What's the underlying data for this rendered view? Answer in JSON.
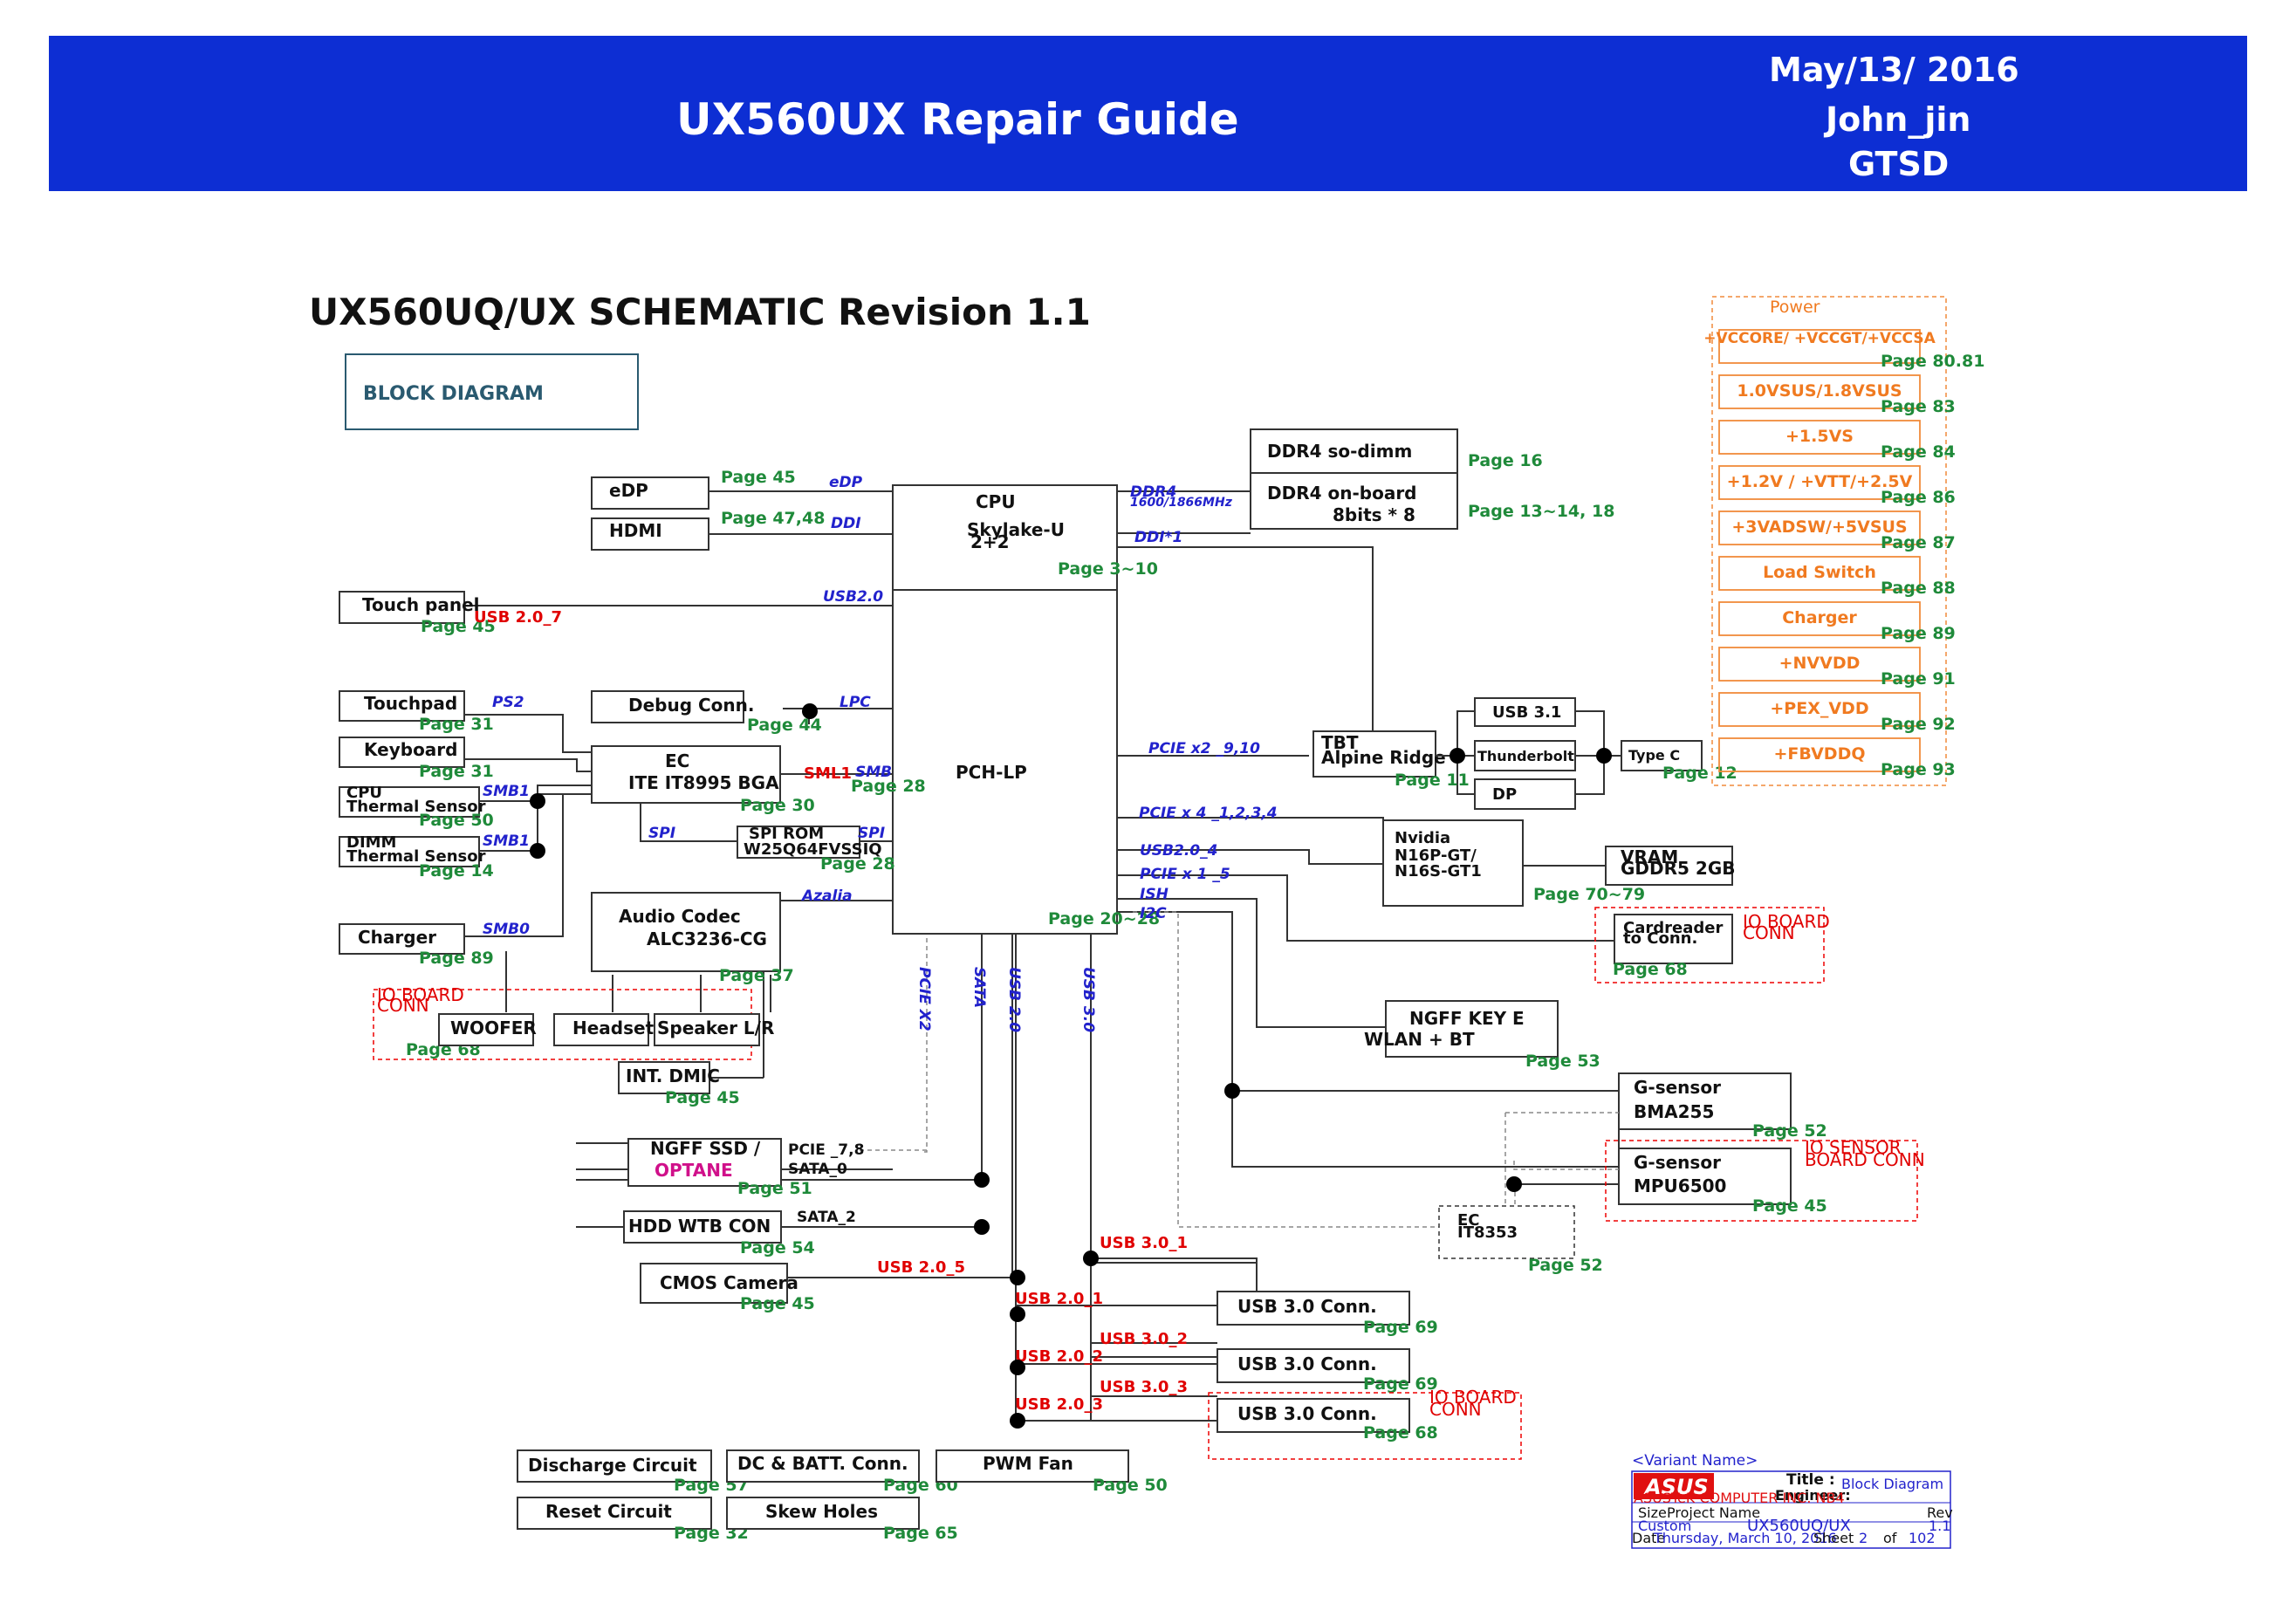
{
  "header": {
    "title": "UX560UX Repair Guide",
    "date": "May/13/ 2016",
    "author": "John_jin",
    "dept": "GTSD"
  },
  "diagram": {
    "title": "UX560UQ/UX SCHEMATIC Revision 1.1",
    "subtitle": "BLOCK DIAGRAM",
    "blocks": {
      "cpu": [
        "CPU",
        "Skylake-U",
        "2+2"
      ],
      "pch": "PCH-LP",
      "edp": "eDP",
      "hdmi": "HDMI",
      "touch_panel": "Touch panel",
      "touchpad": "Touchpad",
      "keyboard": "Keyboard",
      "cpu_thermal": [
        "CPU",
        "Thermal Sensor"
      ],
      "dimm_thermal": [
        "DIMM",
        "Thermal Sensor"
      ],
      "charger": "Charger",
      "debug_conn": "Debug Conn.",
      "ec": [
        "EC",
        "ITE IT8995 BGA"
      ],
      "spi_rom": [
        "SPI ROM",
        "W25Q64FVSSIQ"
      ],
      "audio_codec": [
        "Audio Codec",
        "ALC3236-CG"
      ],
      "woofer": "WOOFER",
      "headset": "Headset",
      "speaker": "Speaker L/R",
      "int_dmic": "INT. DMIC",
      "ngff_ssd": [
        "NGFF SSD /",
        "OPTANE"
      ],
      "hdd_wtb": "HDD WTB CON",
      "cmos_camera": "CMOS Camera",
      "ddr4_sodimm": "DDR4 so-dimm",
      "ddr4_onboard": [
        "DDR4 on-board",
        "8bits * 8"
      ],
      "tbt": [
        "TBT",
        "Alpine Ridge"
      ],
      "usb31": "USB 3.1",
      "thunderbolt": "Thunderbolt",
      "dp": "DP",
      "typec": "Type C",
      "nvidia": [
        "Nvidia",
        "N16P-GT/",
        "N16S-GT1"
      ],
      "vram": [
        "VRAM",
        "GDDR5 2GB"
      ],
      "cardreader": [
        "Cardreader",
        "to Conn."
      ],
      "ngff_keye": [
        "NGFF KEY E",
        "WLAN + BT"
      ],
      "gsensor1": [
        "G-sensor",
        "BMA255"
      ],
      "gsensor2": [
        "G-sensor",
        "MPU6500"
      ],
      "ec2": [
        "EC",
        "IT8353"
      ],
      "usb30": "USB 3.0 Conn.",
      "discharge": "Discharge Circuit",
      "dc_batt": "DC & BATT. Conn.",
      "pwm_fan": "PWM Fan",
      "reset": "Reset Circuit",
      "skew": "Skew Holes"
    },
    "pages": {
      "edp": "Page 45",
      "hdmi": "Page 47,48",
      "cpu": "Page 3~10",
      "touch_panel": "Page 45",
      "touchpad": "Page 31",
      "keyboard": "Page 31",
      "cpu_thermal": "Page 50",
      "dimm_thermal": "Page 14",
      "charger": "Page 89",
      "debug": "Page 44",
      "ec": "Page 30",
      "ec_smb": "Page 28",
      "spi_rom": "Page 28",
      "audio": "Page 37",
      "io_left": "Page 68",
      "dmic": "Page 45",
      "ngff_ssd": "Page 51",
      "hdd": "Page 54",
      "camera": "Page 45",
      "pch": "Page 20~28",
      "ddr_sodimm": "Page 16",
      "ddr_onboard": "Page 13~14, 18",
      "tbt": "Page 11",
      "typec": "Page 12",
      "nvidia": "Page 70~79",
      "cardreader": "Page 68",
      "ngff_keye": "Page 53",
      "gsensor1": "Page 52",
      "gsensor2": "Page 45",
      "ec2": "Page 52",
      "usb1": "Page 69",
      "usb2": "Page 69",
      "usb3": "Page 68",
      "discharge": "Page 57",
      "dc_batt": "Page 60",
      "pwm_fan": "Page 50",
      "reset": "Page 32",
      "skew": "Page 65"
    },
    "signals": {
      "edp": "eDP",
      "ddi": "DDI",
      "usb20": "USB2.0",
      "ps2": "PS2",
      "lpc": "LPC",
      "sml1": "SML1",
      "smb": "SMB",
      "smb1a": "SMB1",
      "smb1b": "SMB1",
      "smb0": "SMB0",
      "spi_a": "SPI",
      "spi_b": "SPI",
      "azalia": "Azalia",
      "ddr4": [
        "DDR4",
        "1600/1866MHz"
      ],
      "ddi1": "DDI*1",
      "pcie_tbt": "PCIE x2 _9,10",
      "pcie_gpu": "PCIE x 4 _1,2,3,4",
      "usb20_4": "USB2.0_4",
      "pcie_1": "PCIE x 1 _5",
      "ish": "ISH",
      "i2c": "I2C",
      "v_pcie": "PCIE X2",
      "v_sata": "SATA",
      "v_usb20": "USB 2.0",
      "v_usb30": "USB 3.0",
      "usb207": "USB 2.0_7",
      "pcie78": "PCIE _7,8",
      "sata0": "SATA_0",
      "sata2": "SATA_2",
      "usb205": "USB 2.0_5",
      "usb301": "USB 3.0_1",
      "usb201": "USB 2.0_1",
      "usb302": "USB 3.0_2",
      "usb202": "USB 2.0_2",
      "usb303": "USB 3.0_3",
      "usb203": "USB 2.0_3"
    },
    "io_labels": {
      "io_left": [
        "IO BOARD",
        "CONN"
      ],
      "io_card": [
        "IO BOARD",
        "CONN"
      ],
      "io_sensor": [
        "IO SENSOR",
        "BOARD CONN"
      ],
      "io_usb": [
        "IO BOARD",
        "CONN"
      ]
    },
    "power": {
      "title": "Power",
      "rails": [
        {
          "label": "+VCCORE/ +VCCGT/+VCCSA",
          "page": "Page 80.81"
        },
        {
          "label": "1.0VSUS/1.8VSUS",
          "page": "Page 83"
        },
        {
          "label": "+1.5VS",
          "page": "Page 84"
        },
        {
          "label": "+1.2V / +VTT/+2.5V",
          "page": "Page 86"
        },
        {
          "label": "+3VADSW/+5VSUS",
          "page": "Page 87"
        },
        {
          "label": "Load Switch",
          "page": "Page 88"
        },
        {
          "label": "Charger",
          "page": "Page 89"
        },
        {
          "label": "+NVVDD",
          "page": "Page 91"
        },
        {
          "label": "+PEX_VDD",
          "page": "Page 92"
        },
        {
          "label": "+FBVDDQ",
          "page": "Page 93"
        }
      ]
    },
    "title_block": {
      "variant": "<Variant Name>",
      "title_label": "Title :",
      "title_value": "Block Diagram",
      "engineer_label": "Engineer:",
      "company": "ASUSTeK COMPUTER INC. NB4",
      "size_label": "Size",
      "project_label": "Project Name",
      "rev_label": "Rev",
      "size_value": "Custom",
      "project_value": "UX560UQ/UX",
      "rev_value": "1.1",
      "date_label": "Date",
      "date_value": "Thursday, March 10, 2016",
      "sheet_label": "Sheet",
      "sheet_value": "2",
      "of_label": "of",
      "total_value": "102",
      "logo": "ASUS"
    }
  }
}
